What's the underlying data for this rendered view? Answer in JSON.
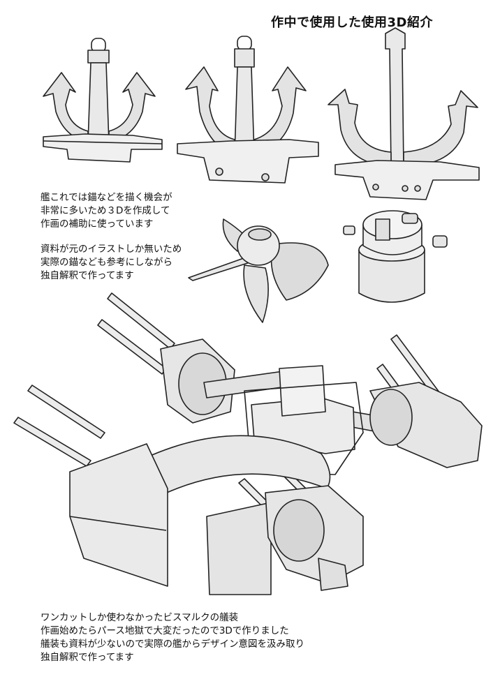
{
  "title": "作中で使用した使用3D紹介",
  "note_anchor": {
    "lines": [
      "艦これでは錨などを描く機会が",
      "非常に多いため３Dを作成して",
      "作画の補助に使っています"
    ]
  },
  "note_reference": {
    "lines": [
      "資料が元のイラストしか無いため",
      "実際の錨なども参考にしながら",
      "独自解釈で作ってます"
    ]
  },
  "note_bismarck": {
    "lines": [
      "ワンカットしか使わなかったビスマルクの艤装",
      "作画始めたらパース地獄で大変だったので3Dで作りました",
      "艤装も資料が少ないので実際の艦からデザイン意図を汲み取り",
      "独自解釈で作ってます"
    ]
  }
}
